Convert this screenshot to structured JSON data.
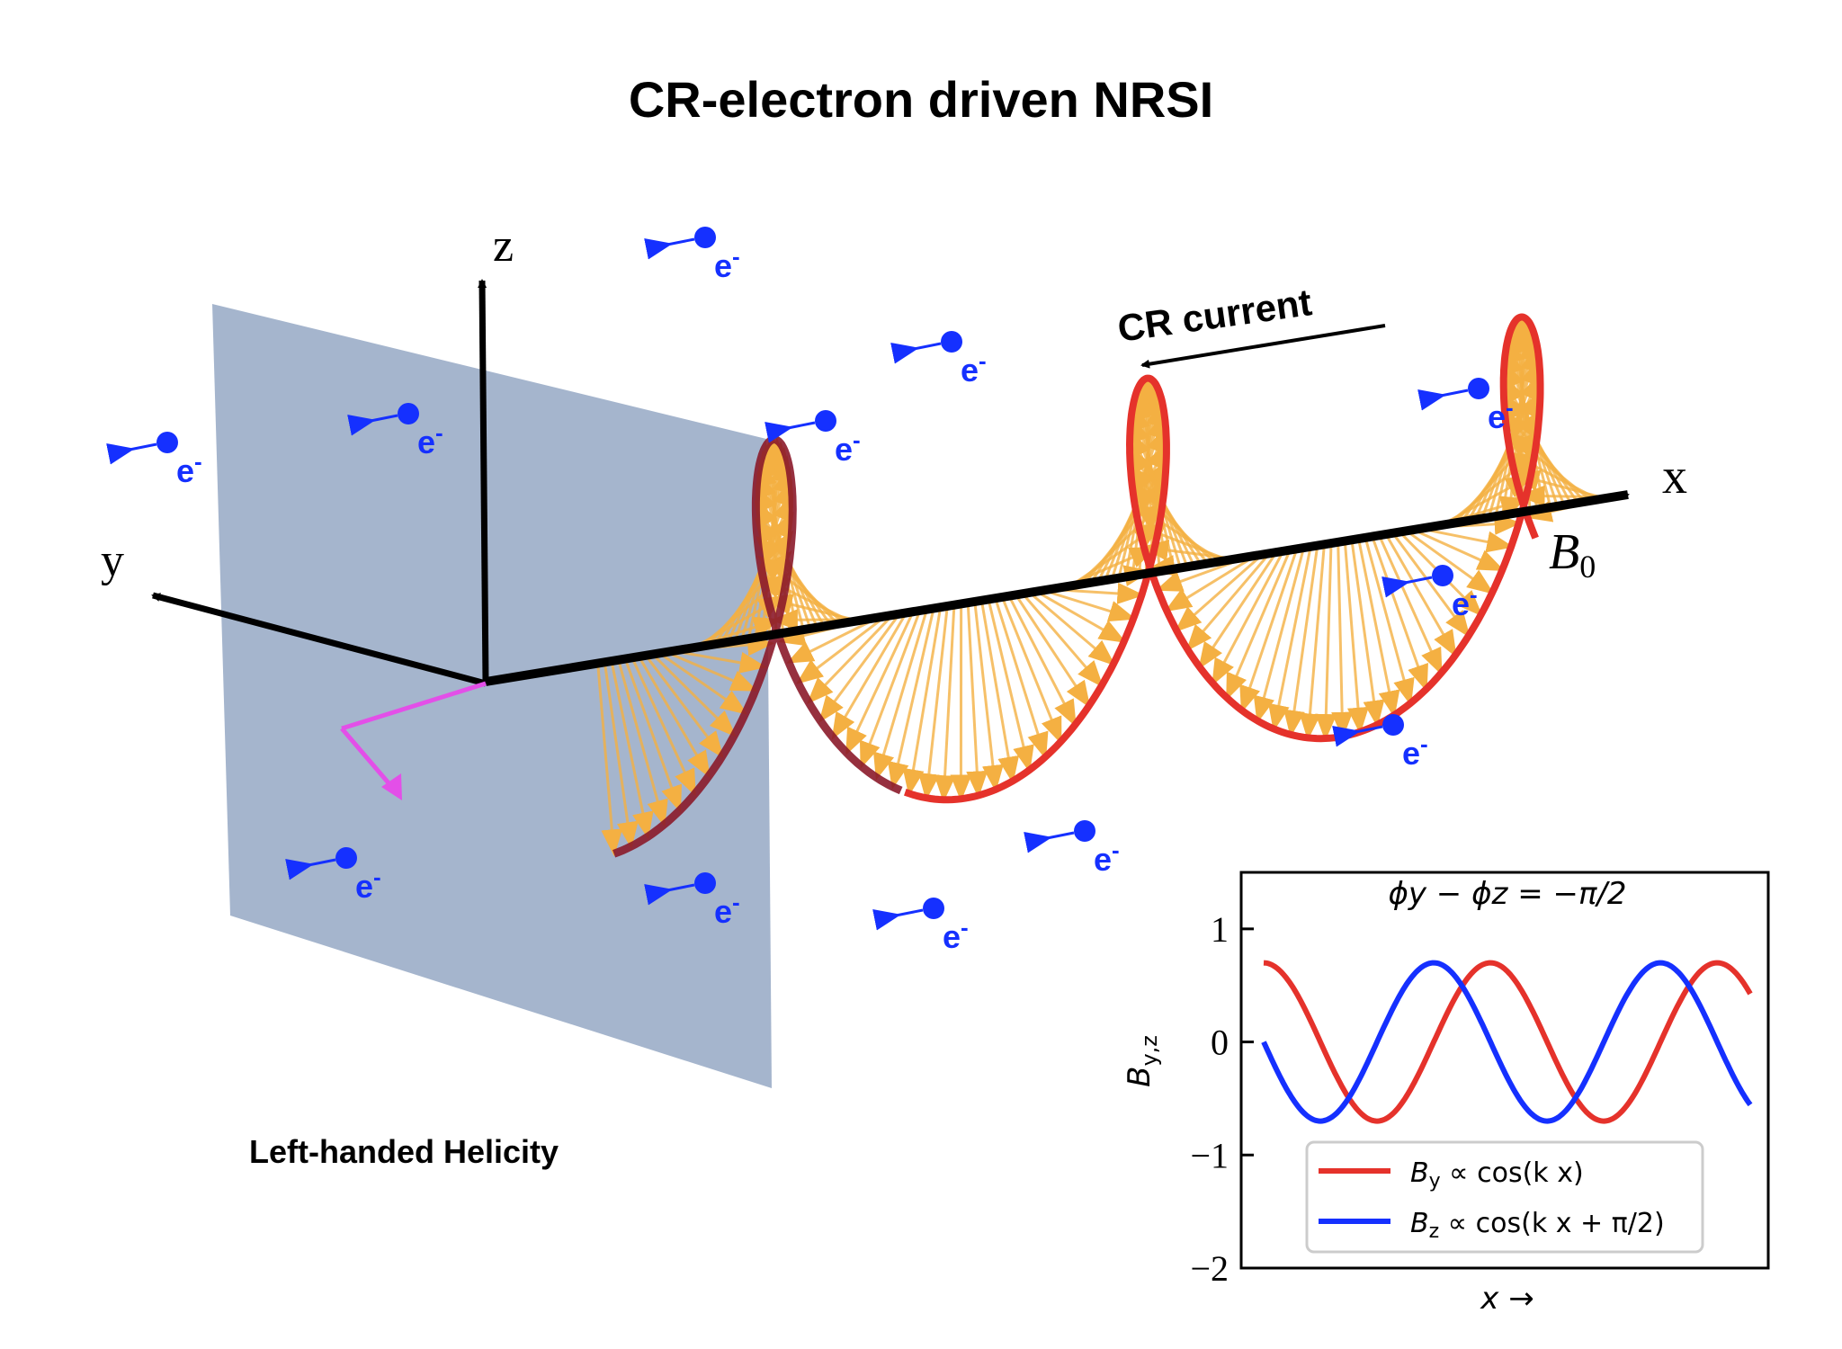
{
  "title": "CR-electron driven NRSI",
  "axes": {
    "x": "x",
    "y": "y",
    "z": "z",
    "field": "B",
    "field_sub": "0"
  },
  "current_label": "CR current",
  "electron_label": "e",
  "electron_charge": "-",
  "helicity_label": "Left-handed Helicity",
  "colors": {
    "plane": "#8fa3c0",
    "helix": "#e5322b",
    "helix_back": "#8b1a2a",
    "arrows": "#f4b042",
    "axis": "#000000",
    "wavevector": "#e34fe8",
    "electron": "#1530ff"
  },
  "chart_data": {
    "type": "line",
    "title": "ϕy − ϕz = −π/2",
    "xlabel": "x →",
    "ylabel": "By,z",
    "ylim": [
      -2,
      1.5
    ],
    "yticks": [
      1,
      0,
      -1,
      -2
    ],
    "x_range": [
      0,
      12.6
    ],
    "series": [
      {
        "name": "By ∝ cos(k x)",
        "color": "#e5322b",
        "amplitude": 0.7,
        "phase": 0
      },
      {
        "name": "Bz ∝ cos(k x + π/2)",
        "color": "#1530ff",
        "amplitude": 0.7,
        "phase": 1.5708
      }
    ],
    "legend": "lower-right",
    "legend_entries": {
      "by_sym": "B",
      "by_sub": "y",
      "by_rest": " ∝ cos(k x)",
      "bz_sym": "B",
      "bz_sub": "z",
      "bz_rest": " ∝ cos(k x + π/2)"
    },
    "ytick_labels": [
      "1",
      "0",
      "−1",
      "−2"
    ]
  }
}
